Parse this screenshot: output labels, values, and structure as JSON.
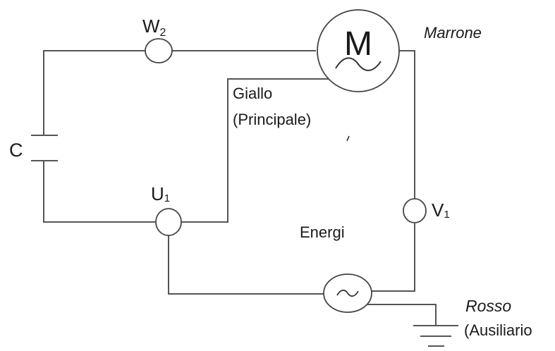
{
  "motor": {
    "symbol": "M"
  },
  "capacitor": {
    "label": "C"
  },
  "terminals": {
    "w2": {
      "letter": "W",
      "sub": "2"
    },
    "u1": {
      "letter": "U",
      "sub": "1"
    },
    "v1": {
      "letter": "V",
      "sub": "1"
    }
  },
  "wires": {
    "brown": "Marrone",
    "yellow_name": "Giallo",
    "yellow_role": "(Principale)",
    "red_name": "Rosso",
    "red_role": "(Ausiliario"
  },
  "source": {
    "label": "Energi"
  }
}
